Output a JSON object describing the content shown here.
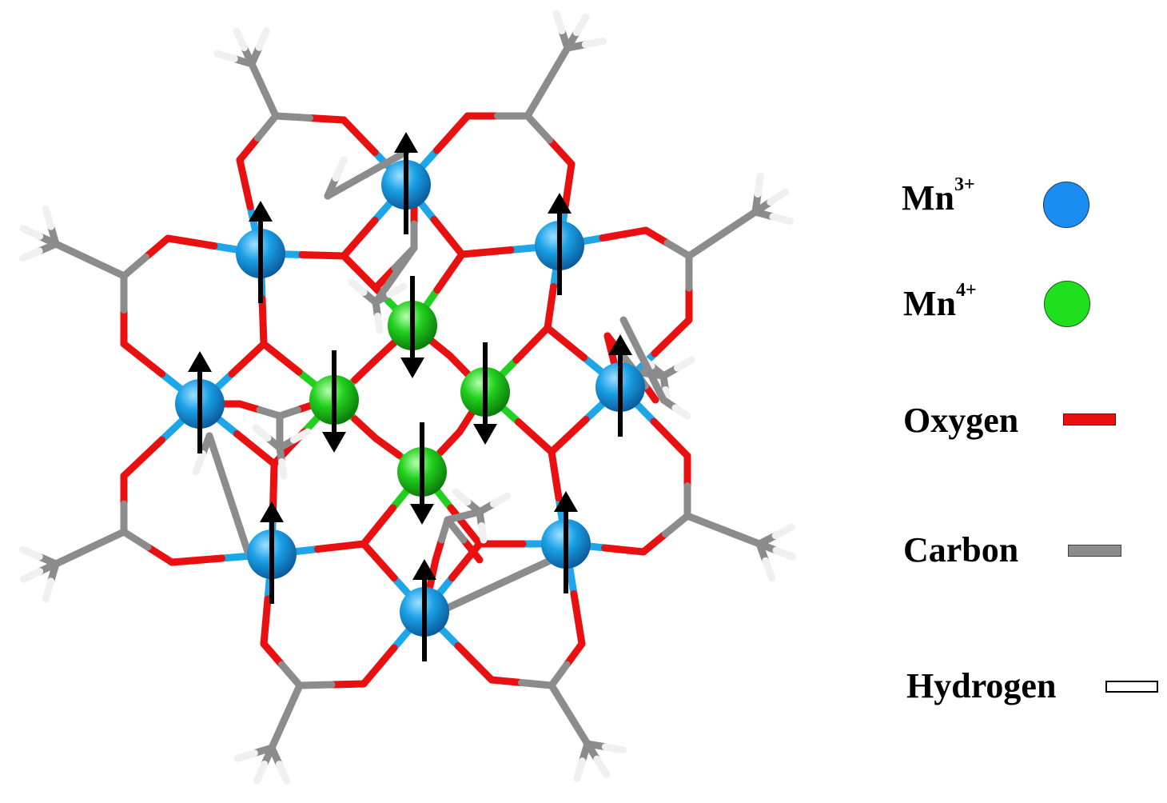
{
  "legend": {
    "mn3": {
      "base": "Mn",
      "charge": "3+",
      "color": "#1a8ef0"
    },
    "mn4": {
      "base": "Mn",
      "charge": "4+",
      "color": "#1ee01e"
    },
    "oxygen": {
      "label": "Oxygen",
      "color": "#e81010"
    },
    "carbon": {
      "label": "Carbon",
      "color": "#8c8c8c"
    },
    "hydrogen": {
      "label": "Hydrogen",
      "color": "#ffffff"
    }
  },
  "colors": {
    "mn3_bond": "#1da6e8",
    "mn4_bond": "#22d022",
    "oxygen_bond": "#e81010",
    "carbon_bond": "#8c8c8c",
    "hydrogen_bond": "#f0f0f0",
    "spin_arrow": "#000000"
  },
  "spins": {
    "mn3": "up",
    "mn4": "down"
  }
}
